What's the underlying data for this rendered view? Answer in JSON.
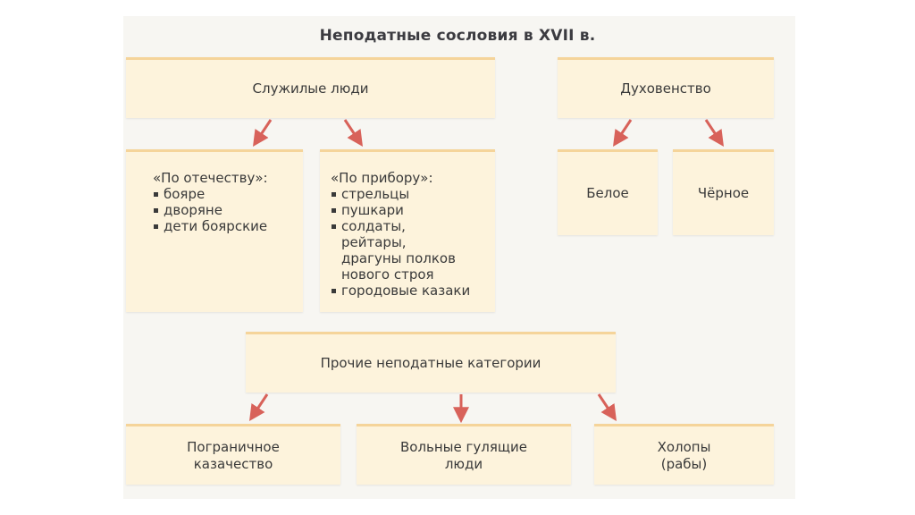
{
  "title": "Неподатные сословия в XVII в.",
  "colors": {
    "arrow": "#d8625a",
    "box_fill": "#fdf3dc",
    "box_border": "#f5d49a"
  },
  "nodes": {
    "service_people": "Служилые люди",
    "clergy": "Духовенство",
    "by_fatherland": {
      "heading": "«По отечеству»:",
      "items": [
        "бояре",
        "дворяне",
        "дети боярские"
      ]
    },
    "by_recruitment": {
      "heading": "«По прибору»:",
      "items": [
        "стрельцы",
        "пушкари",
        "солдаты,\nрейтары,\nдрагуны полков\nнового строя",
        "городовые казаки"
      ]
    },
    "white_clergy": "Белое",
    "black_clergy": "Чёрное",
    "other_categories": "Прочие неподатные категории",
    "border_cossacks": "Пограничное\nказачество",
    "free_people": "Вольные гулящие\nлюди",
    "serfs": "Холопы\n(рабы)"
  }
}
